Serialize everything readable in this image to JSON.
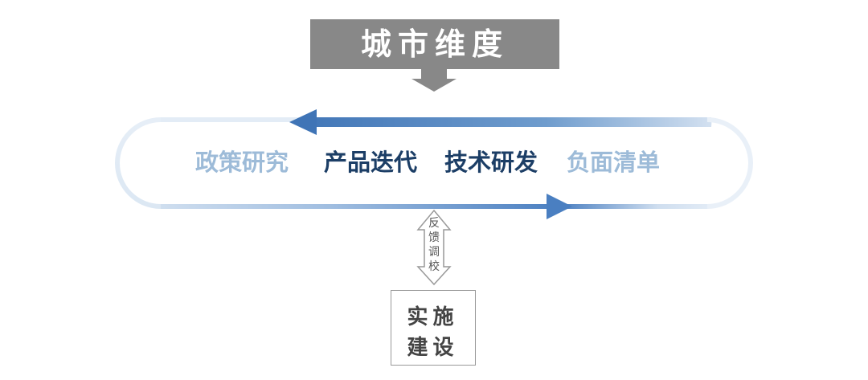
{
  "header": {
    "title": "城市维度"
  },
  "stages": [
    {
      "label": "政策研究",
      "tone": "light"
    },
    {
      "label": "产品迭代",
      "tone": "dark"
    },
    {
      "label": "技术研发",
      "tone": "dark"
    },
    {
      "label": "负面清单",
      "tone": "light"
    }
  ],
  "feedback": {
    "chars": [
      "反",
      "馈",
      "调",
      "校"
    ]
  },
  "implementation": {
    "line1": "实施",
    "line2": "建设"
  },
  "colors": {
    "header_bg": "#888888",
    "loop_dark": "#4a7fc1",
    "loop_light": "#d7e4f2",
    "text_dark": "#1c3e66",
    "text_light": "#9dbbd8"
  }
}
